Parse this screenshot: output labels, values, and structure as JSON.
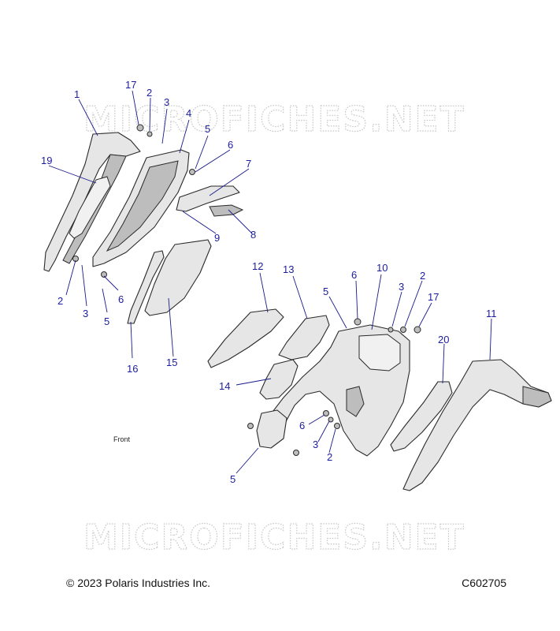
{
  "watermark": "MICROFICHES.NET",
  "front_label": "Front",
  "copyright": "© 2023 Polaris Industries Inc.",
  "drawing_number": "C602705",
  "callouts": [
    {
      "id": "c17a",
      "label": "17"
    },
    {
      "id": "c2a",
      "label": "2"
    },
    {
      "id": "c3a",
      "label": "3"
    },
    {
      "id": "c1",
      "label": "1"
    },
    {
      "id": "c4",
      "label": "4"
    },
    {
      "id": "c5a",
      "label": "5"
    },
    {
      "id": "c6a",
      "label": "6"
    },
    {
      "id": "c19",
      "label": "19"
    },
    {
      "id": "c7",
      "label": "7"
    },
    {
      "id": "c9",
      "label": "9"
    },
    {
      "id": "c8",
      "label": "8"
    },
    {
      "id": "c2b",
      "label": "2"
    },
    {
      "id": "c3b",
      "label": "3"
    },
    {
      "id": "c6b",
      "label": "6"
    },
    {
      "id": "c5b",
      "label": "5"
    },
    {
      "id": "c16",
      "label": "16"
    },
    {
      "id": "c15",
      "label": "15"
    },
    {
      "id": "c12",
      "label": "12"
    },
    {
      "id": "c13",
      "label": "13"
    },
    {
      "id": "c6c",
      "label": "6"
    },
    {
      "id": "c10",
      "label": "10"
    },
    {
      "id": "c2c",
      "label": "2"
    },
    {
      "id": "c5c",
      "label": "5"
    },
    {
      "id": "c3c",
      "label": "3"
    },
    {
      "id": "c17b",
      "label": "17"
    },
    {
      "id": "c11",
      "label": "11"
    },
    {
      "id": "c20",
      "label": "20"
    },
    {
      "id": "c14",
      "label": "14"
    },
    {
      "id": "c6d",
      "label": "6"
    },
    {
      "id": "c3d",
      "label": "3"
    },
    {
      "id": "c2d",
      "label": "2"
    },
    {
      "id": "c5d",
      "label": "5"
    }
  ]
}
